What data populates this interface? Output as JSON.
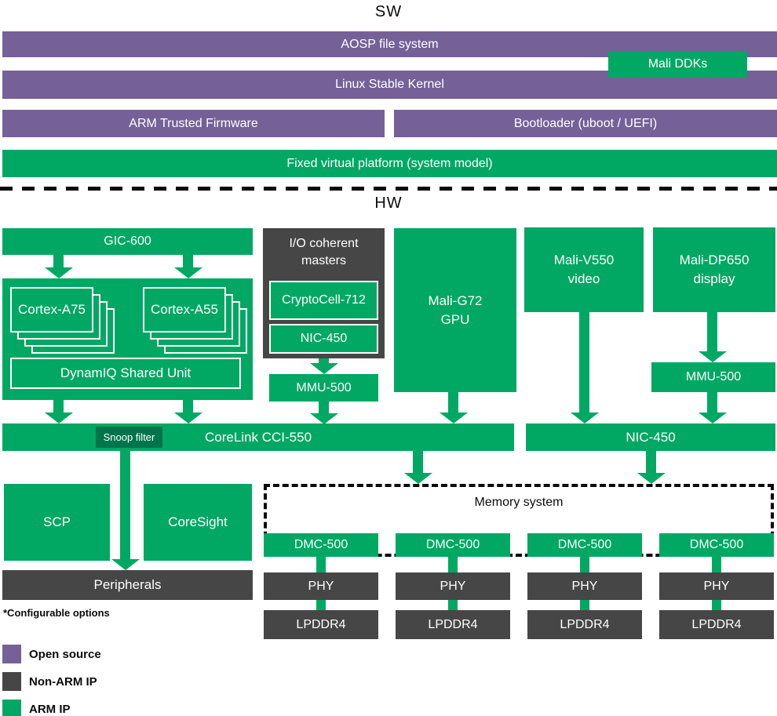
{
  "colors": {
    "open_source_purple": "#756198",
    "arm_ip_green": "#00A863",
    "snoop_dark_green": "#00744B",
    "non_arm_gray": "#464646"
  },
  "sw": {
    "title": "SW",
    "aosp": "AOSP file system",
    "mali_ddks": "Mali DDKs",
    "kernel": "Linux Stable Kernel",
    "atf": "ARM Trusted Firmware",
    "bootloader": "Bootloader (uboot / UEFI)",
    "fvp": "Fixed virtual platform (system model)"
  },
  "hw": {
    "title": "HW",
    "gic": "GIC-600",
    "cortex_a75": "Cortex-A75",
    "cortex_a55": "Cortex-A55",
    "dsu": "DynamIQ Shared Unit",
    "io_masters": "I/O coherent masters",
    "cryptocell": "CryptoCell-712",
    "nic450_small": "NIC-450",
    "mmu500_left": "MMU-500",
    "mali_g72": {
      "line1": "Mali-G72",
      "line2": "GPU"
    },
    "mali_v550": {
      "line1": "Mali-V550",
      "line2": "video"
    },
    "mali_dp650": {
      "line1": "Mali-DP650",
      "line2": "display"
    },
    "mmu500_right": "MMU-500",
    "cci550": "CoreLink CCI-550",
    "snoop": "Snoop filter",
    "nic450_bar": "NIC-450",
    "scp": "SCP",
    "coresight": "CoreSight",
    "peripherals": "Peripherals",
    "memory_title": "Memory system",
    "dmc": [
      "DMC-500",
      "DMC-500",
      "DMC-500",
      "DMC-500"
    ],
    "phy": [
      "PHY",
      "PHY",
      "PHY",
      "PHY"
    ],
    "lpddr4": [
      "LPDDR4",
      "LPDDR4",
      "LPDDR4",
      "LPDDR4"
    ]
  },
  "footer": {
    "note": "*Configurable options",
    "legend": [
      {
        "label": "Open source",
        "color": "#756198"
      },
      {
        "label": "Non-ARM IP",
        "color": "#464646"
      },
      {
        "label": "ARM IP",
        "color": "#00A863"
      }
    ]
  }
}
